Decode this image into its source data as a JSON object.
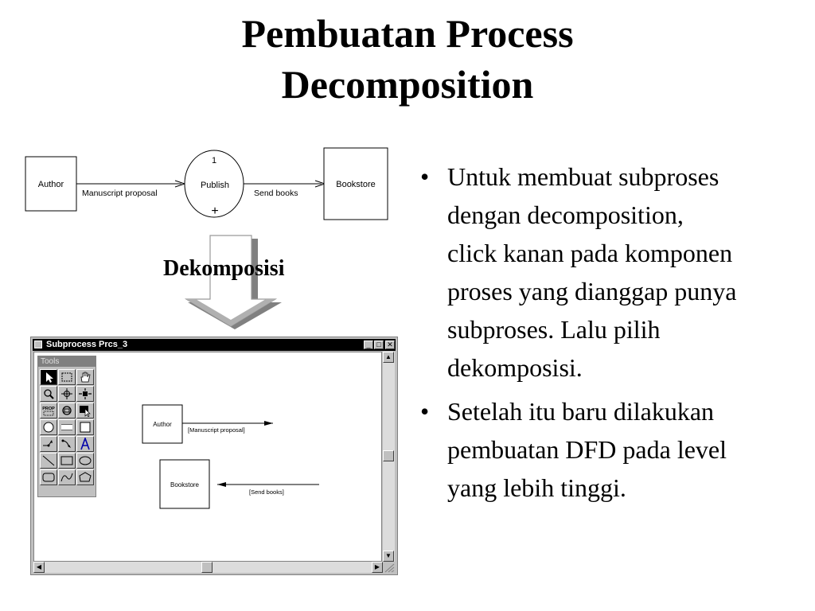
{
  "title": {
    "line1": "Pembuatan Process",
    "line2": "Decomposition"
  },
  "top_diagram": {
    "author": "Author",
    "process_number": "1",
    "process_name": "Publish",
    "process_plus": "+",
    "bookstore": "Bookstore",
    "flow_in": "Manuscript proposal",
    "flow_out": "Send books"
  },
  "arrow_label": "Dekomposisi",
  "window": {
    "title": "Subprocess Prcs_3",
    "tools_label": "Tools",
    "author": "Author",
    "bookstore": "Bookstore",
    "flow_in": "[Manuscript proposal]",
    "flow_out": "[Send books]",
    "prop_label": "PROP"
  },
  "bullets": [
    "Untuk membuat subproses dengan decomposition, click kanan pada komponen proses yang dianggap punya subproses. Lalu pilih dekomposisi.",
    "Setelah itu baru dilakukan pembuatan DFD pada level yang lebih tinggi."
  ],
  "bullet_lines": [
    [
      "Untuk membuat subproses",
      "dengan decomposition,",
      "click kanan pada komponen",
      "proses yang dianggap punya",
      "subproses. Lalu pilih",
      "dekomposisi."
    ],
    [
      "Setelah itu baru dilakukan",
      "pembuatan DFD pada level",
      "yang lebih tinggi."
    ]
  ]
}
